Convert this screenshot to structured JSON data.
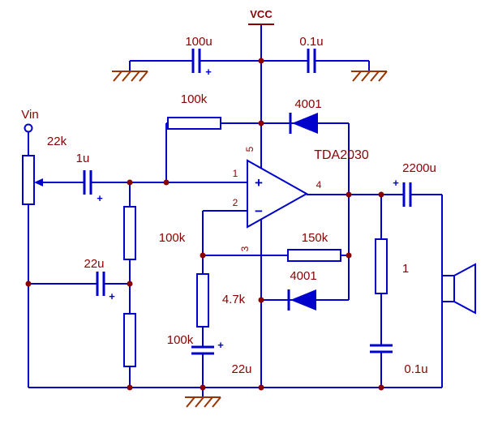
{
  "meta": {
    "description": "TDA2030 single-supply audio power amplifier schematic"
  },
  "colors": {
    "wire": "#0000cc",
    "label": "#8b0000",
    "junction": "#8b0000",
    "ground": "#993300",
    "background": "#ffffff"
  },
  "power": {
    "vcc": "VCC",
    "filter_cap": "100u",
    "bypass_cap": "0.1u"
  },
  "input": {
    "vin": "Vin",
    "volume_pot": "22k",
    "coupling_cap": "1u"
  },
  "bias": {
    "pullup_resistor": "100k",
    "upper_resistor": "100k",
    "lower_resistor": "100k",
    "decoupling_cap": "22u"
  },
  "opamp": {
    "part": "TDA2030",
    "plus": "+",
    "minus": "−",
    "pin1": "1",
    "pin2": "2",
    "pin3": "3",
    "pin4": "4",
    "pin5": "5"
  },
  "feedback": {
    "feedback_resistor": "150k",
    "shunt_resistor": "4.7k",
    "shunt_cap": "22u"
  },
  "protection": {
    "upper_diode": "4001",
    "lower_diode": "4001"
  },
  "output": {
    "coupling_cap": "2200u",
    "zobel_resistor": "1",
    "zobel_cap": "0.1u"
  },
  "polarity_mark": "+"
}
